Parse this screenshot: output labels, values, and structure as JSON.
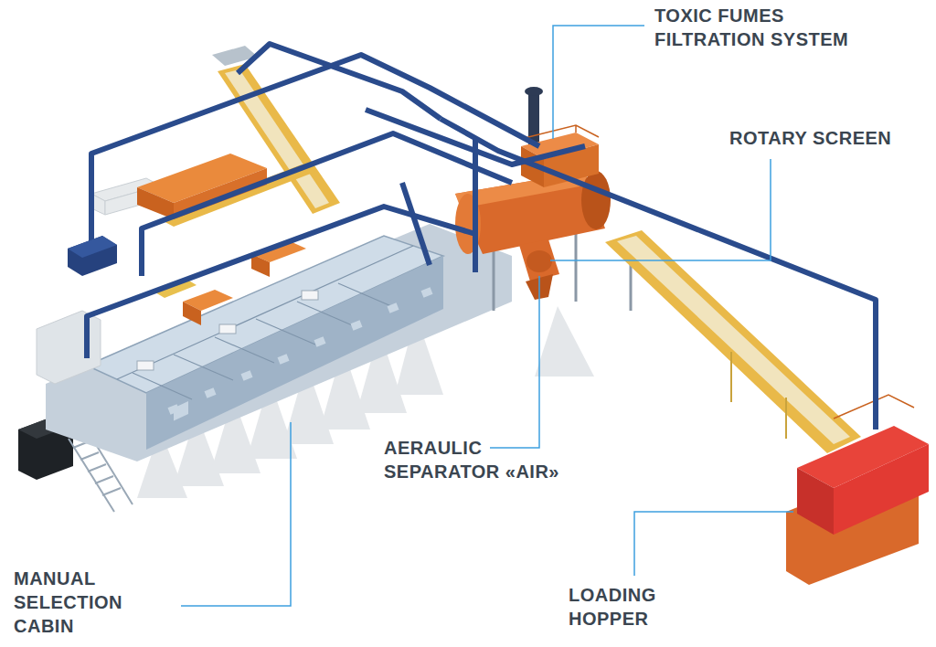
{
  "diagram": {
    "labels": [
      "TOXIC FUMES FILTRATION SYSTEM",
      "ROTARY SCREEN",
      "AERAULIC SEPARATOR «AIR»",
      "MANUAL SELECTION CABIN",
      "LOADING HOPPER"
    ]
  }
}
